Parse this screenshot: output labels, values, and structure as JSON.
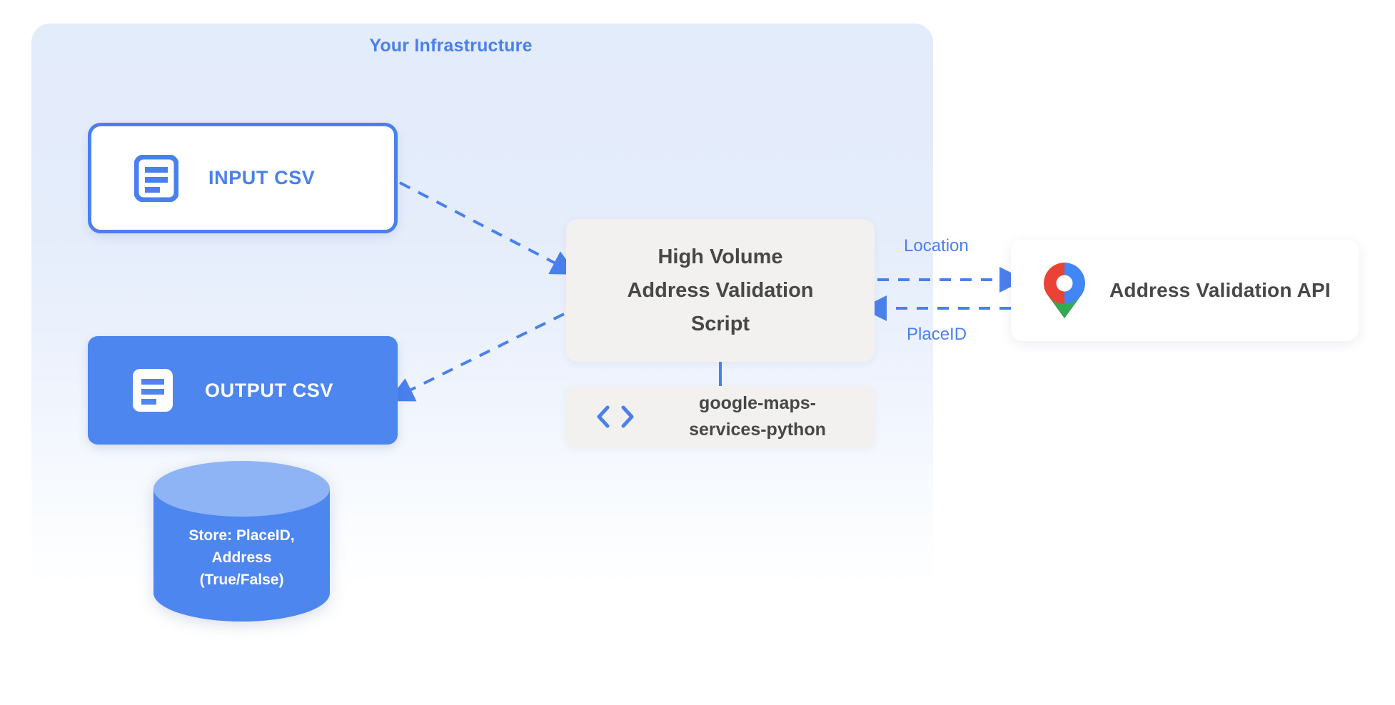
{
  "panel": {
    "title": "Your Infrastructure",
    "accent_color": "#4a80ee",
    "background_top": "#e3ecfb",
    "background_bottom": "#ffffff"
  },
  "nodes": {
    "input_csv": {
      "label": "INPUT CSV",
      "icon": "document-icon",
      "fill": "#ffffff",
      "border_color": "#4a80ee",
      "text_color": "#4a80ee"
    },
    "output_csv": {
      "label": "OUTPUT CSV",
      "icon": "document-icon",
      "fill": "#4e86ef",
      "text_color": "#ffffff"
    },
    "script": {
      "lines": [
        "High Volume",
        "Address Validation",
        "Script"
      ],
      "fill": "#f2f1ef",
      "text_color": "#474747"
    },
    "library": {
      "lines": [
        "google-maps-",
        "services-python"
      ],
      "icon": "code-brackets-icon",
      "fill": "#f2f1ef",
      "text_color": "#474747",
      "icon_color": "#4a80ee"
    },
    "api": {
      "label": "Address Validation API",
      "icon": "google-maps-pin-icon",
      "fill": "#ffffff",
      "text_color": "#474747"
    },
    "datastore": {
      "lines": [
        "Store: PlaceID,",
        "Address",
        "(True/False)"
      ],
      "icon": "database-cylinder-icon",
      "body_color": "#4e86ef",
      "top_color": "#8fb4f5",
      "text_color": "#ffffff"
    }
  },
  "edges": {
    "input_to_script": {
      "label": "",
      "style": "dashed",
      "color": "#4a80ee"
    },
    "script_to_output": {
      "label": "",
      "style": "dashed",
      "color": "#4a80ee"
    },
    "script_to_api": {
      "label": "Location",
      "style": "dashed",
      "color": "#4a80ee"
    },
    "api_to_script": {
      "label": "PlaceID",
      "style": "dashed",
      "color": "#4a80ee"
    },
    "script_to_library": {
      "label": "",
      "style": "solid",
      "color": "#4a80ee"
    }
  }
}
